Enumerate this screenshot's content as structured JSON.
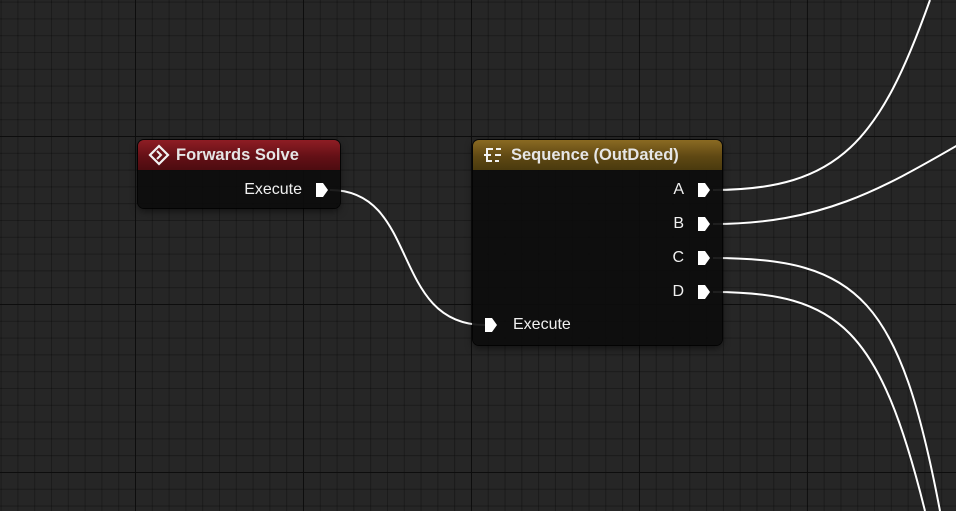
{
  "nodes": {
    "forwards_solve": {
      "title": "Forwards Solve",
      "output_label": "Execute",
      "header_color": "#7a1820"
    },
    "sequence": {
      "title": "Sequence (OutDated)",
      "input_label": "Execute",
      "outputs": [
        "A",
        "B",
        "C",
        "D"
      ],
      "header_color": "#6e541a"
    }
  },
  "colors": {
    "graph_background": "#262626",
    "node_body": "#0c0c0c",
    "wire": "#ffffff"
  }
}
